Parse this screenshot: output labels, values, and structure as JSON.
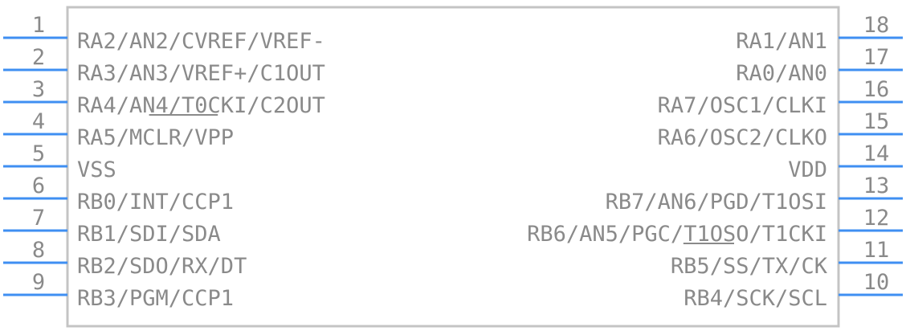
{
  "colors": {
    "body_outline": "#c4c4c4",
    "pin_line": "#3f8ff2",
    "text": "#8a8a8a"
  },
  "left_pins": [
    {
      "number": "1",
      "label": "RA2/AN2/CVREF/VREF-",
      "overbar": ""
    },
    {
      "number": "2",
      "label": "RA3/AN3/VREF+/C1OUT",
      "overbar": ""
    },
    {
      "number": "3",
      "label": "RA4/AN4/T0CKI/C2OUT",
      "overbar": "AN4/"
    },
    {
      "number": "4",
      "label": "RA5/MCLR/VPP",
      "overbar": ""
    },
    {
      "number": "5",
      "label": "VSS",
      "overbar": ""
    },
    {
      "number": "6",
      "label": "RB0/INT/CCP1",
      "overbar": ""
    },
    {
      "number": "7",
      "label": "RB1/SDI/SDA",
      "overbar": ""
    },
    {
      "number": "8",
      "label": "RB2/SDO/RX/DT",
      "overbar": ""
    },
    {
      "number": "9",
      "label": "RB3/PGM/CCP1",
      "overbar": ""
    }
  ],
  "right_pins": [
    {
      "number": "18",
      "label": "RA1/AN1",
      "overbar": ""
    },
    {
      "number": "17",
      "label": "RA0/AN0",
      "overbar": ""
    },
    {
      "number": "16",
      "label": "RA7/OSC1/CLKI",
      "overbar": ""
    },
    {
      "number": "15",
      "label": "RA6/OSC2/CLKO",
      "overbar": ""
    },
    {
      "number": "14",
      "label": "VDD",
      "overbar": ""
    },
    {
      "number": "13",
      "label": "RB7/AN6/PGD/T1OSI",
      "overbar": ""
    },
    {
      "number": "12",
      "label": "RB6/AN5/PGC/T1OSO/T1CKI",
      "overbar": "SO/"
    },
    {
      "number": "11",
      "label": "RB5/SS/TX/CK",
      "overbar": ""
    },
    {
      "number": "10",
      "label": "RB4/SCK/SCL",
      "overbar": ""
    }
  ]
}
